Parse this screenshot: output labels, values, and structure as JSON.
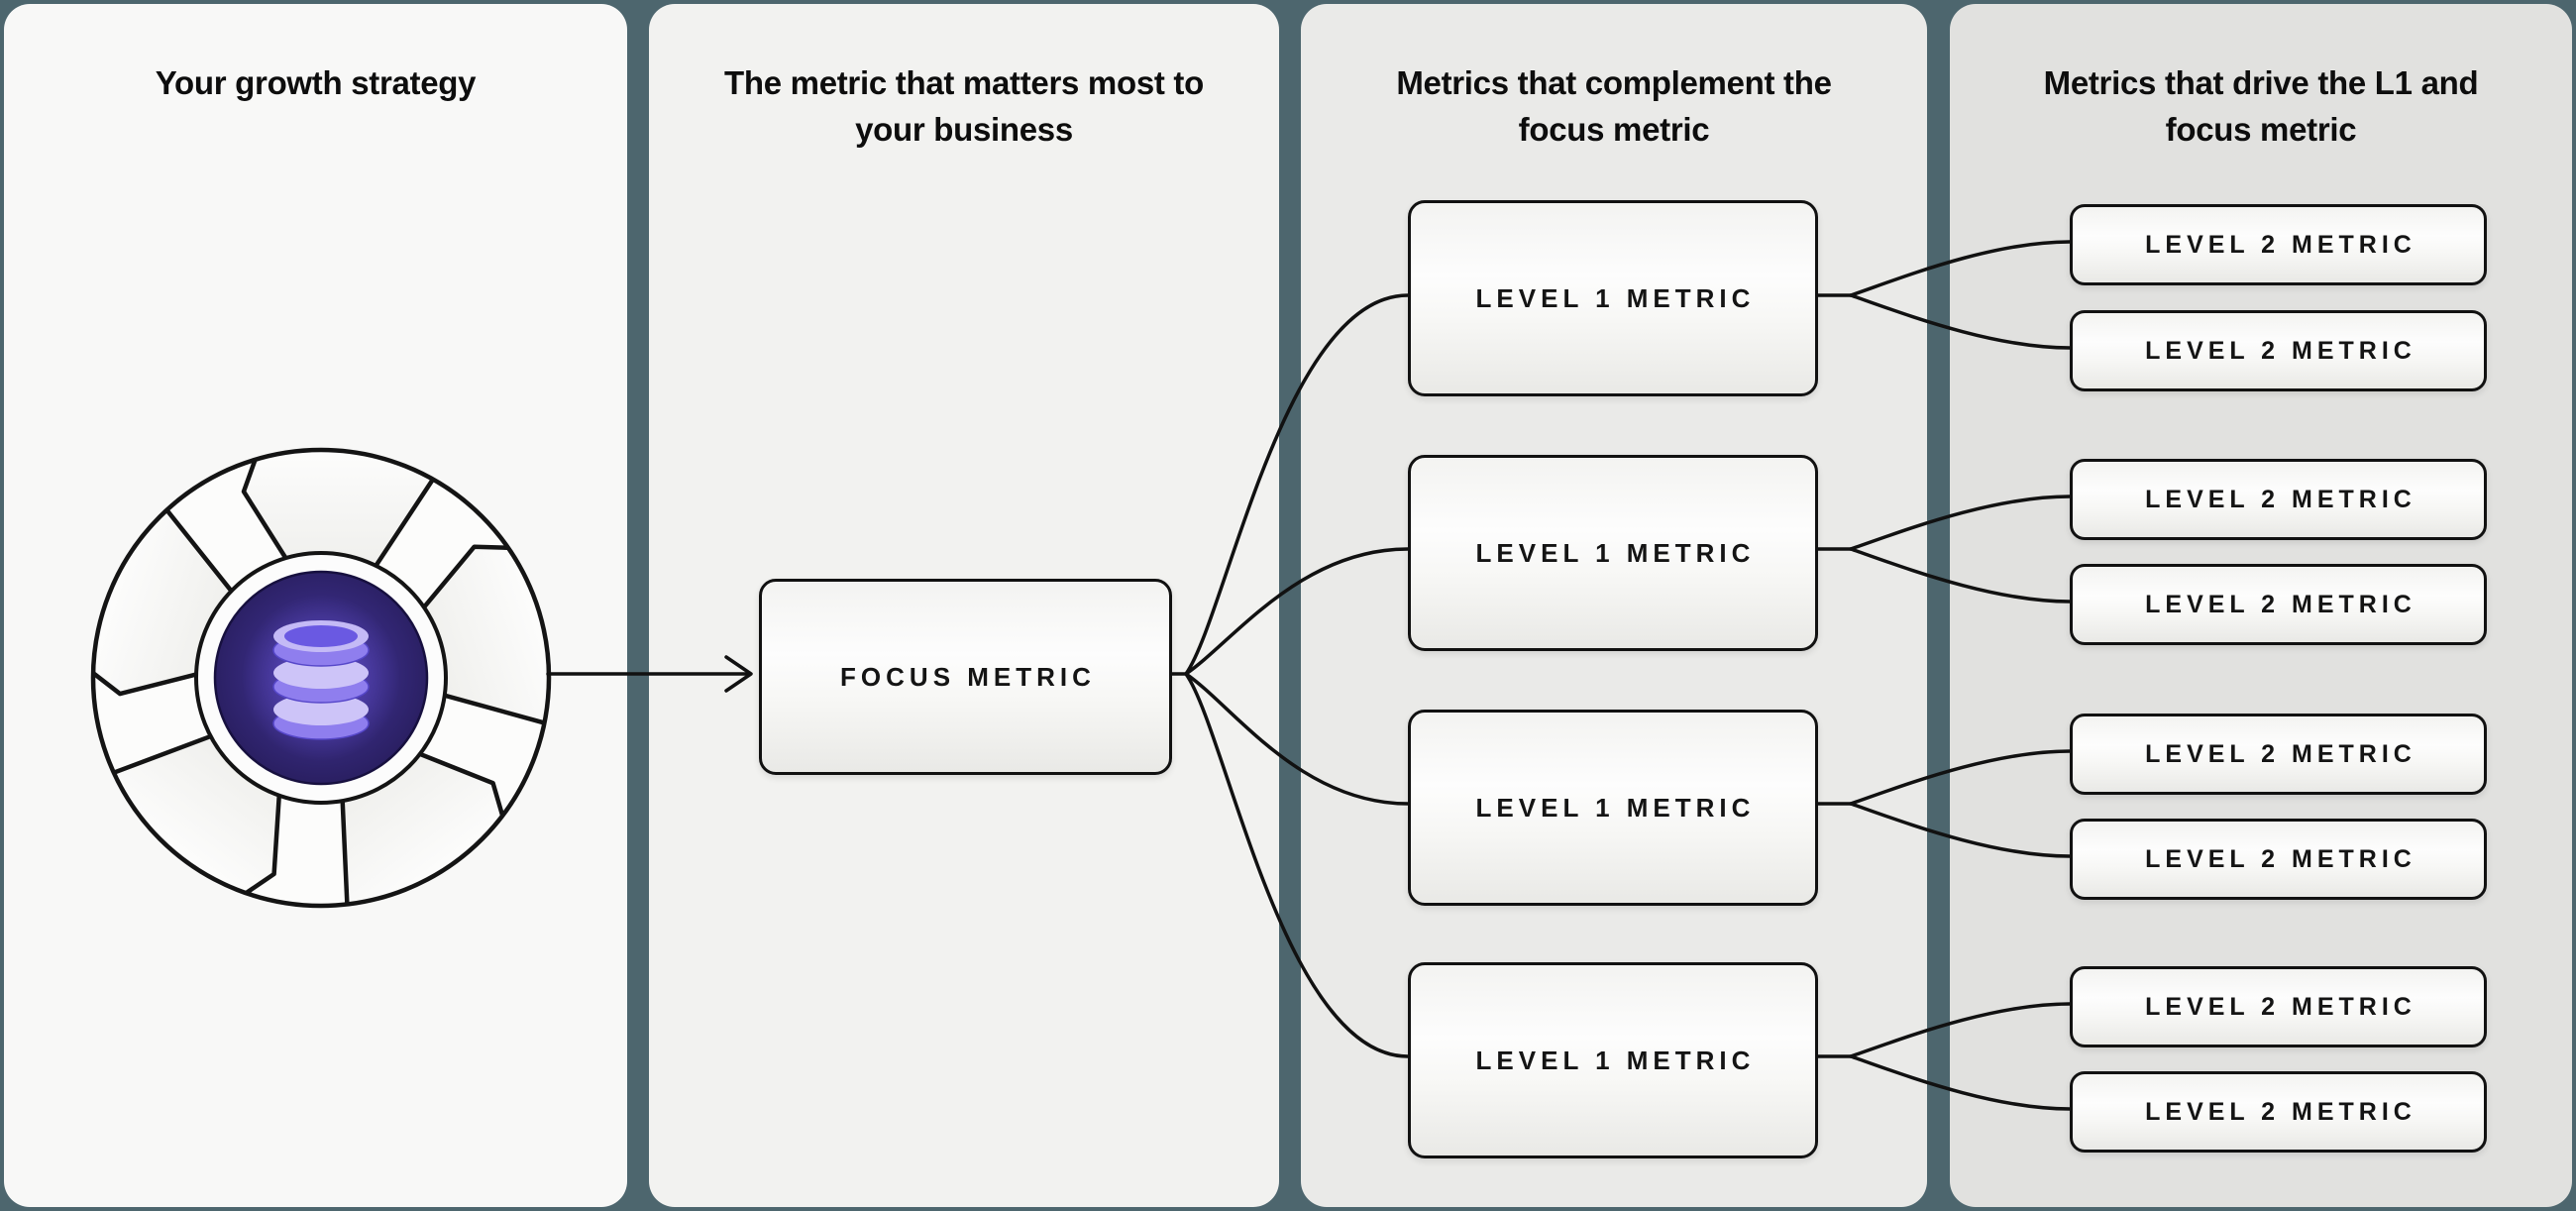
{
  "colors": {
    "background": "#4d666e",
    "panel1": "#f8f8f7",
    "panel2": "#f2f2f0",
    "panel3": "#eaeae8",
    "panel4": "#e1e1df",
    "line": "#111111",
    "box_border": "#111111",
    "hub_purple": "#32266f",
    "db_lavender": "#c9c0f7",
    "text": "#0d0d0d"
  },
  "panels": [
    {
      "title": "Your growth strategy"
    },
    {
      "title": "The metric that matters most to your business"
    },
    {
      "title": "Metrics that complement the focus metric"
    },
    {
      "title": "Metrics that drive the L1 and focus metric"
    }
  ],
  "icon": {
    "name": "flywheel-database-icon"
  },
  "nodes": {
    "focus": {
      "label": "FOCUS METRIC"
    },
    "level1": [
      {
        "label": "LEVEL 1 METRIC"
      },
      {
        "label": "LEVEL 1 METRIC"
      },
      {
        "label": "LEVEL 1 METRIC"
      },
      {
        "label": "LEVEL 1 METRIC"
      }
    ],
    "level2": [
      {
        "label": "LEVEL 2 METRIC"
      },
      {
        "label": "LEVEL 2 METRIC"
      },
      {
        "label": "LEVEL 2 METRIC"
      },
      {
        "label": "LEVEL 2 METRIC"
      },
      {
        "label": "LEVEL 2 METRIC"
      },
      {
        "label": "LEVEL 2 METRIC"
      },
      {
        "label": "LEVEL 2 METRIC"
      },
      {
        "label": "LEVEL 2 METRIC"
      }
    ]
  }
}
